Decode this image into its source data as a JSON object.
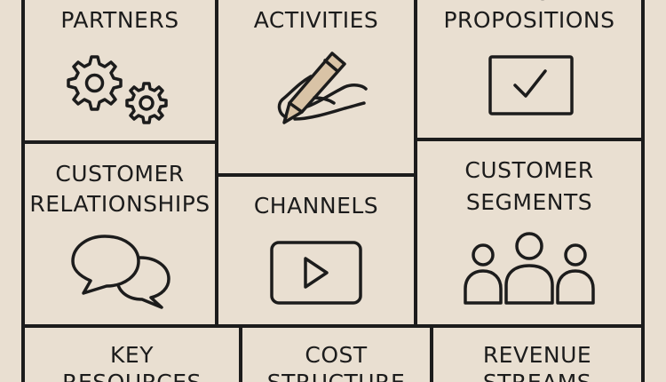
{
  "canvas": {
    "background": "#e9dfd1",
    "ink": "#1c1c1c",
    "pencil_fill": "#d9c3a6"
  },
  "cells": {
    "key_partners": {
      "title_lines": [
        "KEY",
        "PARTNERS"
      ],
      "icon": "gears-icon"
    },
    "key_activities": {
      "title_lines": [
        "KEY",
        "ACTIVITIES"
      ],
      "icon": "pencil-hand-icon"
    },
    "value_propositions": {
      "title_lines": [
        "VALUE",
        "PROPOSITIONS"
      ],
      "icon": "checkbox-icon"
    },
    "customer_relationships": {
      "title_lines": [
        "CUSTOMER",
        "RELATIONSHIPS"
      ],
      "icon": "chat-bubbles-icon"
    },
    "channels": {
      "title_lines": [
        "CHANNELS"
      ],
      "icon": "play-button-icon"
    },
    "customer_segments": {
      "title_lines": [
        "CUSTOMER",
        "SEGMENTS"
      ],
      "icon": "people-group-icon"
    },
    "key_resources": {
      "title_lines": [
        "KEY",
        "RESOURCES"
      ]
    },
    "cost_structure": {
      "title_lines": [
        "COST",
        "STRUCTURE"
      ]
    },
    "revenue_streams": {
      "title_lines": [
        "REVENUE",
        "STREAMS"
      ]
    }
  }
}
